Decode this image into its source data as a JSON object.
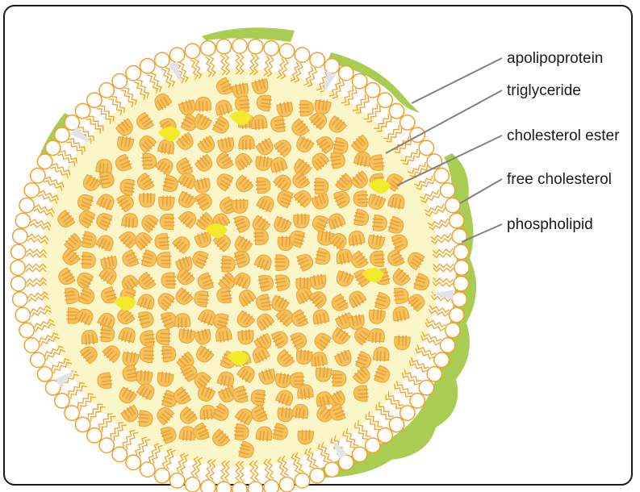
{
  "diagram": {
    "labels": [
      {
        "id": "apolipoprotein",
        "text": "apolipoprotein"
      },
      {
        "id": "triglyceride",
        "text": "triglyceride"
      },
      {
        "id": "cholesterol-ester",
        "text": "cholesterol ester"
      },
      {
        "id": "free-cholesterol",
        "text": "free cholesterol"
      },
      {
        "id": "phospholipid",
        "text": "phospholipid"
      }
    ],
    "colors": {
      "frame": "#1a1a1a",
      "phospholipid_outline": "#f2a02a",
      "phospholipid_head": "#ffffff",
      "core": "#fbf6c8",
      "triglyceride": "#f6c15a",
      "cholesterol_ester": "#f3ea2c",
      "free_cholesterol": "#dfe4ea",
      "apolipoprotein": "#a8cd52",
      "leader_line": "#808080"
    }
  }
}
